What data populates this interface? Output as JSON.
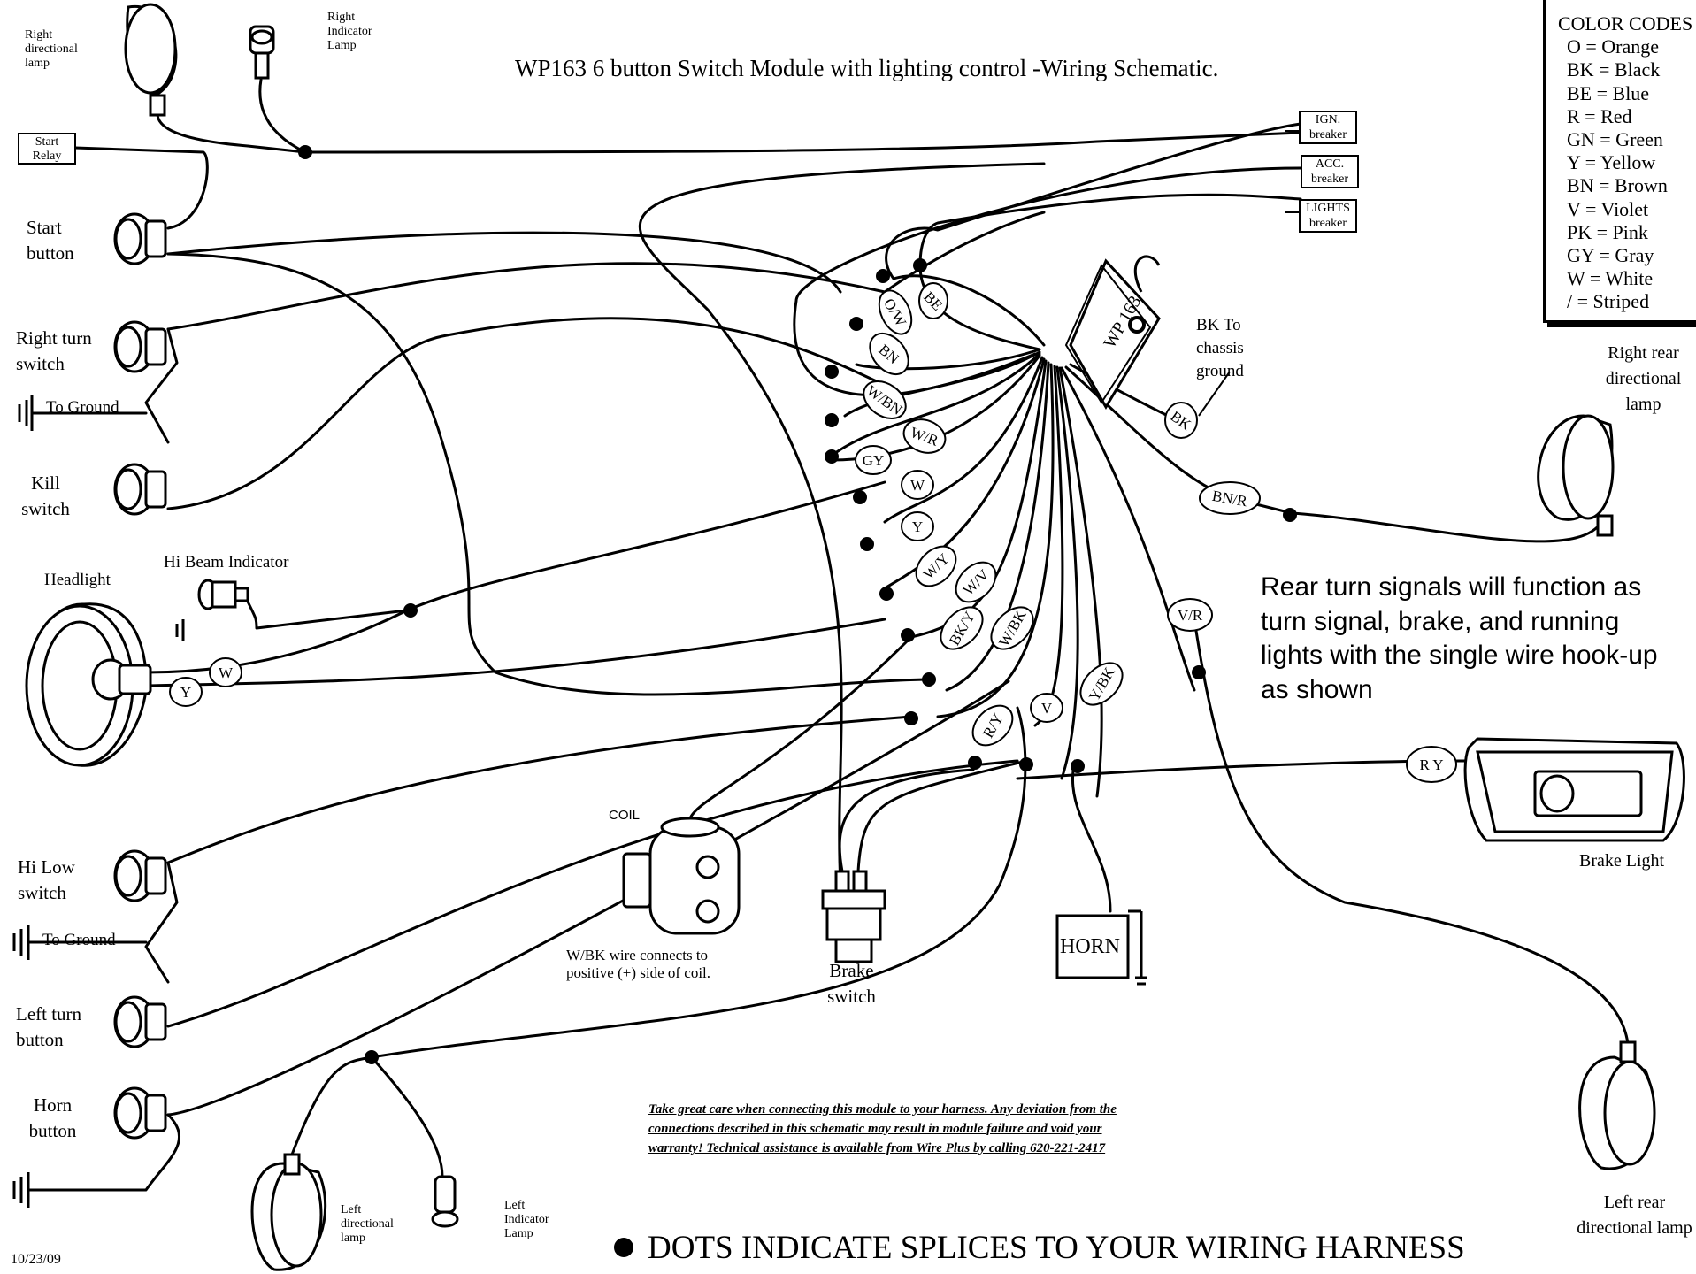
{
  "title": "WP163 6 button Switch Module with lighting  control -Wiring Schematic.",
  "date": "10/23/09",
  "legend": {
    "heading": "COLOR CODES",
    "items": [
      "O = Orange",
      "BK = Black",
      "BE = Blue",
      "R = Red",
      "GN = Green",
      "Y = Yellow",
      "BN = Brown",
      "V = Violet",
      "PK = Pink",
      "GY = Gray",
      "W = White",
      "/ = Striped"
    ]
  },
  "labels": {
    "right_directional_lamp": "Right directional lamp",
    "right_indicator_lamp": "Right Indicator Lamp",
    "start_relay": "Start Relay",
    "start_button": "Start button",
    "right_turn_switch": "Right turn switch",
    "to_ground_1": "To Ground",
    "kill_switch": "Kill switch",
    "headlight": "Headlight",
    "hi_beam_indicator": "Hi Beam Indicator",
    "hi_low_switch": "Hi Low switch",
    "to_ground_2": "To Ground",
    "left_turn_button": "Left turn button",
    "horn_button": "Horn button",
    "left_directional_lamp": "Left directional lamp",
    "left_indicator_lamp": "Left Indicator Lamp",
    "coil": "COIL",
    "coil_note": "W/BK wire connects to positive (+) side of coil.",
    "brake_switch": "Brake switch",
    "horn": "HORN",
    "brake_light": "Brake Light",
    "right_rear_directional_lamp": "Right rear directional lamp",
    "left_rear_directional_lamp": "Left rear directional lamp",
    "bk_chassis_ground": "BK To chassis ground",
    "ign_breaker": "IGN. breaker",
    "acc_breaker": "ACC. breaker",
    "lights_breaker": "LIGHTS breaker",
    "module": "WP 163"
  },
  "wire_tags": [
    "O/W",
    "BE",
    "BN",
    "W/BN",
    "W/R",
    "GY",
    "W",
    "Y",
    "W/Y",
    "W/V",
    "BK/Y",
    "W/BK",
    "R/Y",
    "V",
    "Y/BK",
    "V/R",
    "BN/R",
    "BK",
    "R|Y",
    "W",
    "Y"
  ],
  "rear_note": "Rear turn signals will function as turn signal, brake, and running  lights with the single wire hook-up as shown",
  "warning": "Take great care when connecting this module to your harness. Any deviation from the connections described in this schematic may result in module failure and void your warranty! Technical assistance is available from Wire Plus by calling 620-221-2417",
  "dots_note": "DOTS INDICATE SPLICES TO YOUR WIRING HARNESS"
}
